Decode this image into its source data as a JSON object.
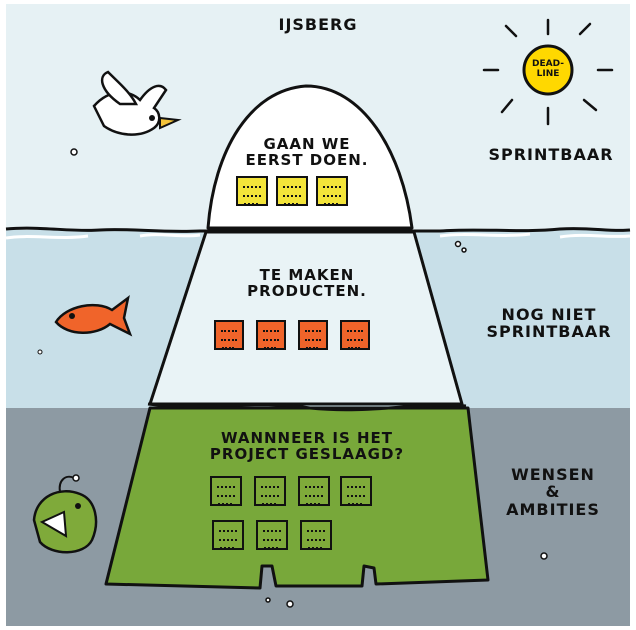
{
  "title": "IJSBERG",
  "sun": {
    "label": "DEAD-\nLINE",
    "color": "#ffd800"
  },
  "zones": {
    "top": {
      "label": "SPRINTBAAR",
      "description": "GAAN WE\nEERST DOEN.",
      "note_color": "#f3e43a",
      "note_count": 3
    },
    "middle": {
      "label": "NOG NIET\nSPRINTBAAR",
      "description": "TE MAKEN\nPRODUCTEN.",
      "note_color": "#f0642a",
      "note_count": 4
    },
    "bottom": {
      "label": "WENSEN\n&\nAMBITIES",
      "description": "WANNNEER IS HET\nPROJECT GESLAAGD?",
      "note_color": "#7faa3a",
      "note_count": 7
    }
  },
  "colors": {
    "sky": "#e6f1f4",
    "water_upper": "#c8dfe8",
    "water_deep": "#8d9aa3",
    "ice_top": "#ffffff",
    "ice_middle": "#e9f3f6",
    "ice_bottom": "#78a83a"
  },
  "icons": [
    "seagull-icon",
    "sun-icon",
    "fish-icon",
    "anglerfish-icon"
  ]
}
